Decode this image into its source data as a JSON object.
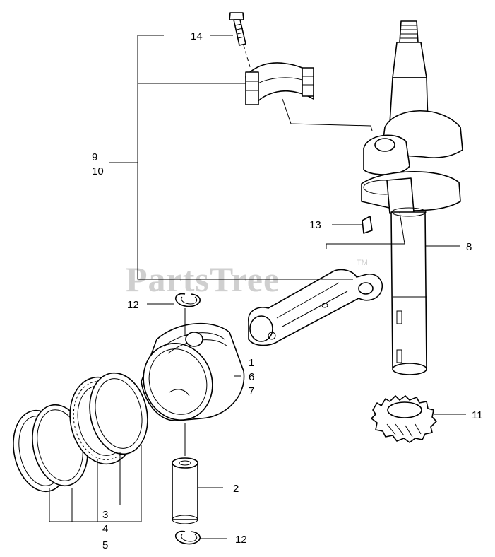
{
  "watermark": {
    "text": "PartsTree",
    "trademark": "TM"
  },
  "callouts": {
    "c14": "14",
    "c9": "9",
    "c10": "10",
    "c13": "13",
    "c8": "8",
    "c12_top": "12",
    "c1": "1",
    "c6": "6",
    "c7": "7",
    "c11": "11",
    "c2": "2",
    "c3": "3",
    "c4": "4",
    "c5": "5",
    "c12_bottom": "12"
  }
}
